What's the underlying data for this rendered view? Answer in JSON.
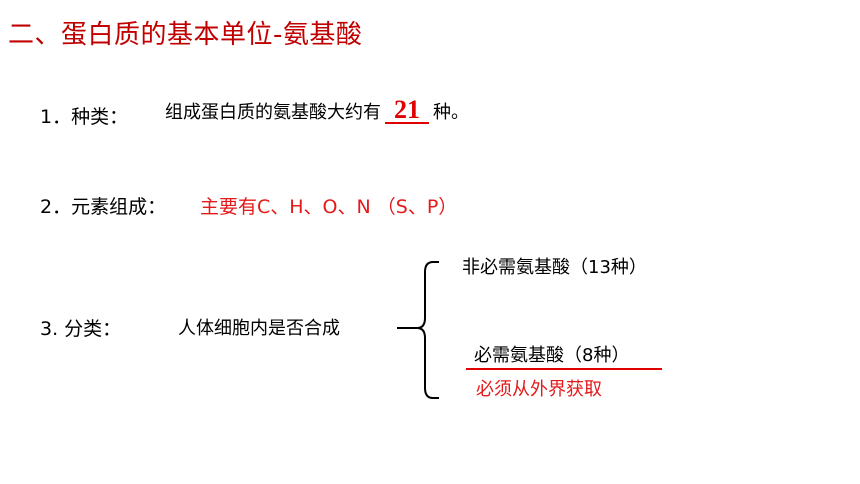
{
  "title": "二、蛋白质的基本单位-氨基酸",
  "item1": {
    "label": "1．种类：",
    "text_before": "组成蛋白质的氨基酸大约有",
    "answer": "21",
    "text_after": "种。"
  },
  "item2": {
    "label": "2．元素组成：",
    "value": "主要有C、H、O、N （S、P）"
  },
  "item3": {
    "label": "3. 分类：",
    "criterion": "人体细胞内是否合成",
    "branch_top": "非必需氨基酸（13种）",
    "branch_bottom": "必需氨基酸（8种）",
    "branch_bottom_note": "必须从外界获取"
  },
  "colors": {
    "title": "#c00000",
    "accent": "#e00000",
    "text": "#000000"
  }
}
